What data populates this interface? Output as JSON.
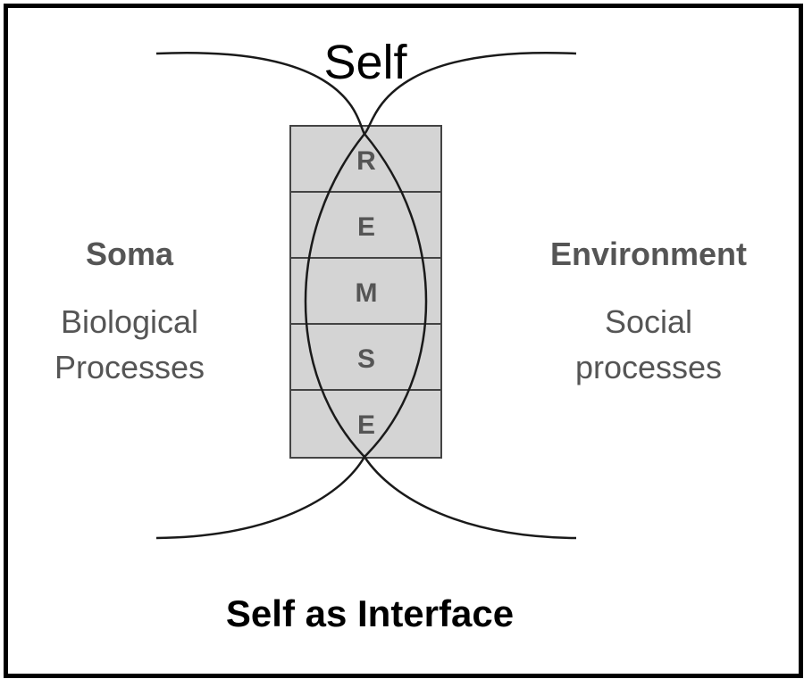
{
  "title": "Self",
  "caption": "Self as Interface",
  "left": {
    "heading": "Soma",
    "line1": "Biological",
    "line2": "Processes"
  },
  "right": {
    "heading": "Environment",
    "line1": "Social",
    "line2": "processes"
  },
  "layers": [
    {
      "letter": "R"
    },
    {
      "letter": "E"
    },
    {
      "letter": "M"
    },
    {
      "letter": "S"
    },
    {
      "letter": "E"
    }
  ],
  "colors": {
    "line": "#1a1a1a",
    "box_fill": "#d4d4d4",
    "muted_text": "#555555",
    "text": "#000000"
  }
}
